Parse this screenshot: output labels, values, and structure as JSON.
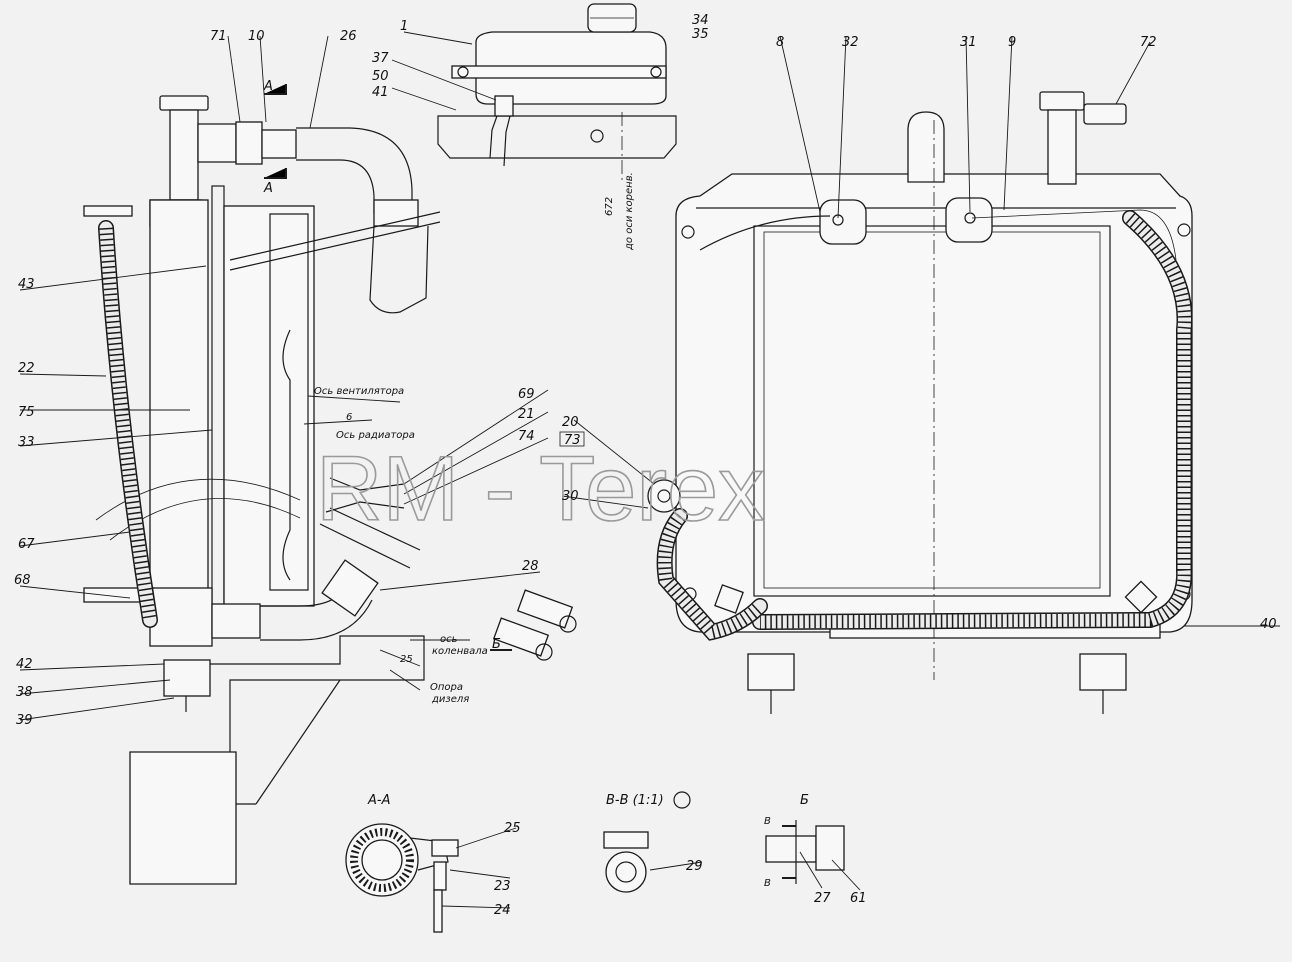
{
  "watermark": "RM - Terex",
  "callouts": {
    "c1": "1",
    "c34": "34",
    "c35": "35",
    "c37": "37",
    "c50": "50",
    "c41": "41",
    "c71": "71",
    "c10": "10",
    "c26": "26",
    "c43": "43",
    "c22": "22",
    "c75": "75",
    "c33": "33",
    "c67": "67",
    "c68": "68",
    "c42": "42",
    "c38": "38",
    "c39": "39",
    "c69": "69",
    "c21": "21",
    "c74": "74",
    "c28": "28",
    "c8": "8",
    "c32": "32",
    "c31": "31",
    "c9": "9",
    "c72": "72",
    "c20": "20",
    "c73": "73",
    "c30": "30",
    "c40": "40",
    "c25": "25",
    "c23": "23",
    "c24": "24",
    "c29": "29",
    "c27": "27",
    "c61": "61"
  },
  "section_marks": {
    "a_top": "А",
    "a_bottom": "А",
    "b": "Б",
    "v_top": "В",
    "v_bottom": "В"
  },
  "annotations": {
    "fan_axis": "Ось вентилятора",
    "radiator_axis": "Ось радиатора",
    "dim_6": "6",
    "crank_axis_1": "ось",
    "crank_axis_2": "коленвала",
    "dim_25": "25",
    "diesel_support_1": "Опора",
    "diesel_support_2": "дизеля",
    "to_crank_axis_dim": "672",
    "to_crank_axis_text": "до оси коренв."
  },
  "view_titles": {
    "section_aa": "А-А",
    "section_vv": "В-В (1:1)",
    "view_b": "Б"
  }
}
